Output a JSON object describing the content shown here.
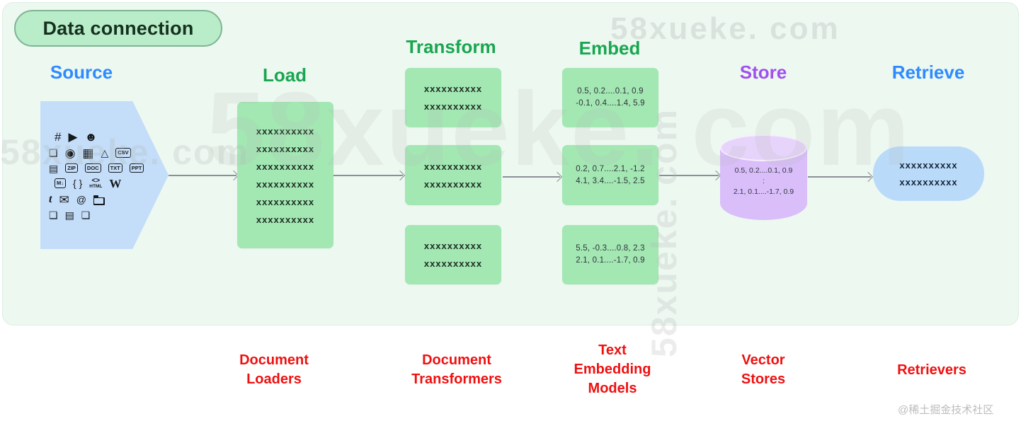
{
  "title": "Data connection",
  "headers": {
    "source": "Source",
    "load": "Load",
    "transform": "Transform",
    "embed": "Embed",
    "store": "Store",
    "retrieve": "Retrieve"
  },
  "captions": {
    "loaders": "Document Loaders",
    "transformers": "Document Transformers",
    "embedding": "Text Embedding Models",
    "vector": "Vector Stores",
    "retrievers": "Retrievers"
  },
  "load_box": {
    "lines": [
      "xxxxxxxxxx",
      "xxxxxxxxxx",
      "xxxxxxxxxx",
      "xxxxxxxxxx",
      "xxxxxxxxxx",
      "xxxxxxxxxx"
    ]
  },
  "transform_boxes": [
    {
      "lines": [
        "xxxxxxxxxx",
        "xxxxxxxxxx"
      ]
    },
    {
      "lines": [
        "xxxxxxxxxx",
        "xxxxxxxxxx"
      ]
    },
    {
      "lines": [
        "xxxxxxxxxx",
        "xxxxxxxxxx"
      ]
    }
  ],
  "embed_boxes": [
    {
      "lines": [
        "0.5, 0.2....0.1, 0.9",
        "-0.1, 0.4....1.4, 5.9"
      ]
    },
    {
      "lines": [
        "0.2, 0.7....2.1, -1.2",
        "4.1, 3.4....-1.5, 2.5"
      ]
    },
    {
      "lines": [
        "5.5, -0.3....0.8, 2.3",
        "2.1, 0.1....-1.7, 0.9"
      ]
    }
  ],
  "store": {
    "lines": [
      "0.5, 0.2....0.1, 0.9",
      ":",
      "2.1, 0.1....-1.7, 0.9"
    ]
  },
  "retrieve_box": {
    "lines": [
      "xxxxxxxxxx",
      "xxxxxxxxxx"
    ]
  },
  "source_icons": [
    {
      "name": "slack-icon",
      "glyph": "#"
    },
    {
      "name": "youtube-icon",
      "glyph": "▶"
    },
    {
      "name": "discord-icon",
      "glyph": "☻"
    },
    {
      "name": "file-icon",
      "glyph": "❏"
    },
    {
      "name": "github-icon",
      "glyph": "◉"
    },
    {
      "name": "image-icon",
      "glyph": "▦"
    },
    {
      "name": "drive-icon",
      "glyph": "△"
    },
    {
      "name": "csv-file-icon",
      "glyph": "CSV"
    },
    {
      "name": "notes-icon",
      "glyph": "▤"
    },
    {
      "name": "zip-file-icon",
      "glyph": "ZIP"
    },
    {
      "name": "doc-file-icon",
      "glyph": "DOC"
    },
    {
      "name": "txt-file-icon",
      "glyph": "TXT"
    },
    {
      "name": "ppt-file-icon",
      "glyph": "PPT"
    },
    {
      "name": "markdown-icon",
      "glyph": "M↓"
    },
    {
      "name": "code-file-icon",
      "glyph": "{ }"
    },
    {
      "name": "html-icon",
      "glyph": "<>",
      "label": "HTML"
    },
    {
      "name": "wikipedia-icon",
      "glyph": "W"
    },
    {
      "name": "twitter-icon",
      "glyph": "t"
    },
    {
      "name": "email-icon",
      "glyph": "✉"
    },
    {
      "name": "at-icon",
      "glyph": "@"
    },
    {
      "name": "folder-icon",
      "glyph": ""
    },
    {
      "name": "file-icon",
      "glyph": "❏"
    },
    {
      "name": "notes-icon",
      "glyph": "▤"
    },
    {
      "name": "file-icon",
      "glyph": "❏"
    }
  ],
  "watermarks": {
    "top": "58xueke. com",
    "giant": "58xueke. com",
    "left": "58xueke. com",
    "vertical": "58xueke. com"
  },
  "credit": "@稀土掘金技术社区",
  "colors": {
    "card_bg": "#edf8f1",
    "pill_green": "#b9ecc8",
    "box_green": "#a3e7b3",
    "shape_blue": "#c4ddf8",
    "retrieve_blue": "#b9dbf9",
    "cylinder_purple": "#d9befa",
    "header_blue": "#2e8bff",
    "header_green": "#1aa650",
    "header_purple": "#a050f0",
    "caption_red": "#ef1010",
    "arrow_gray": "#8b9095"
  }
}
